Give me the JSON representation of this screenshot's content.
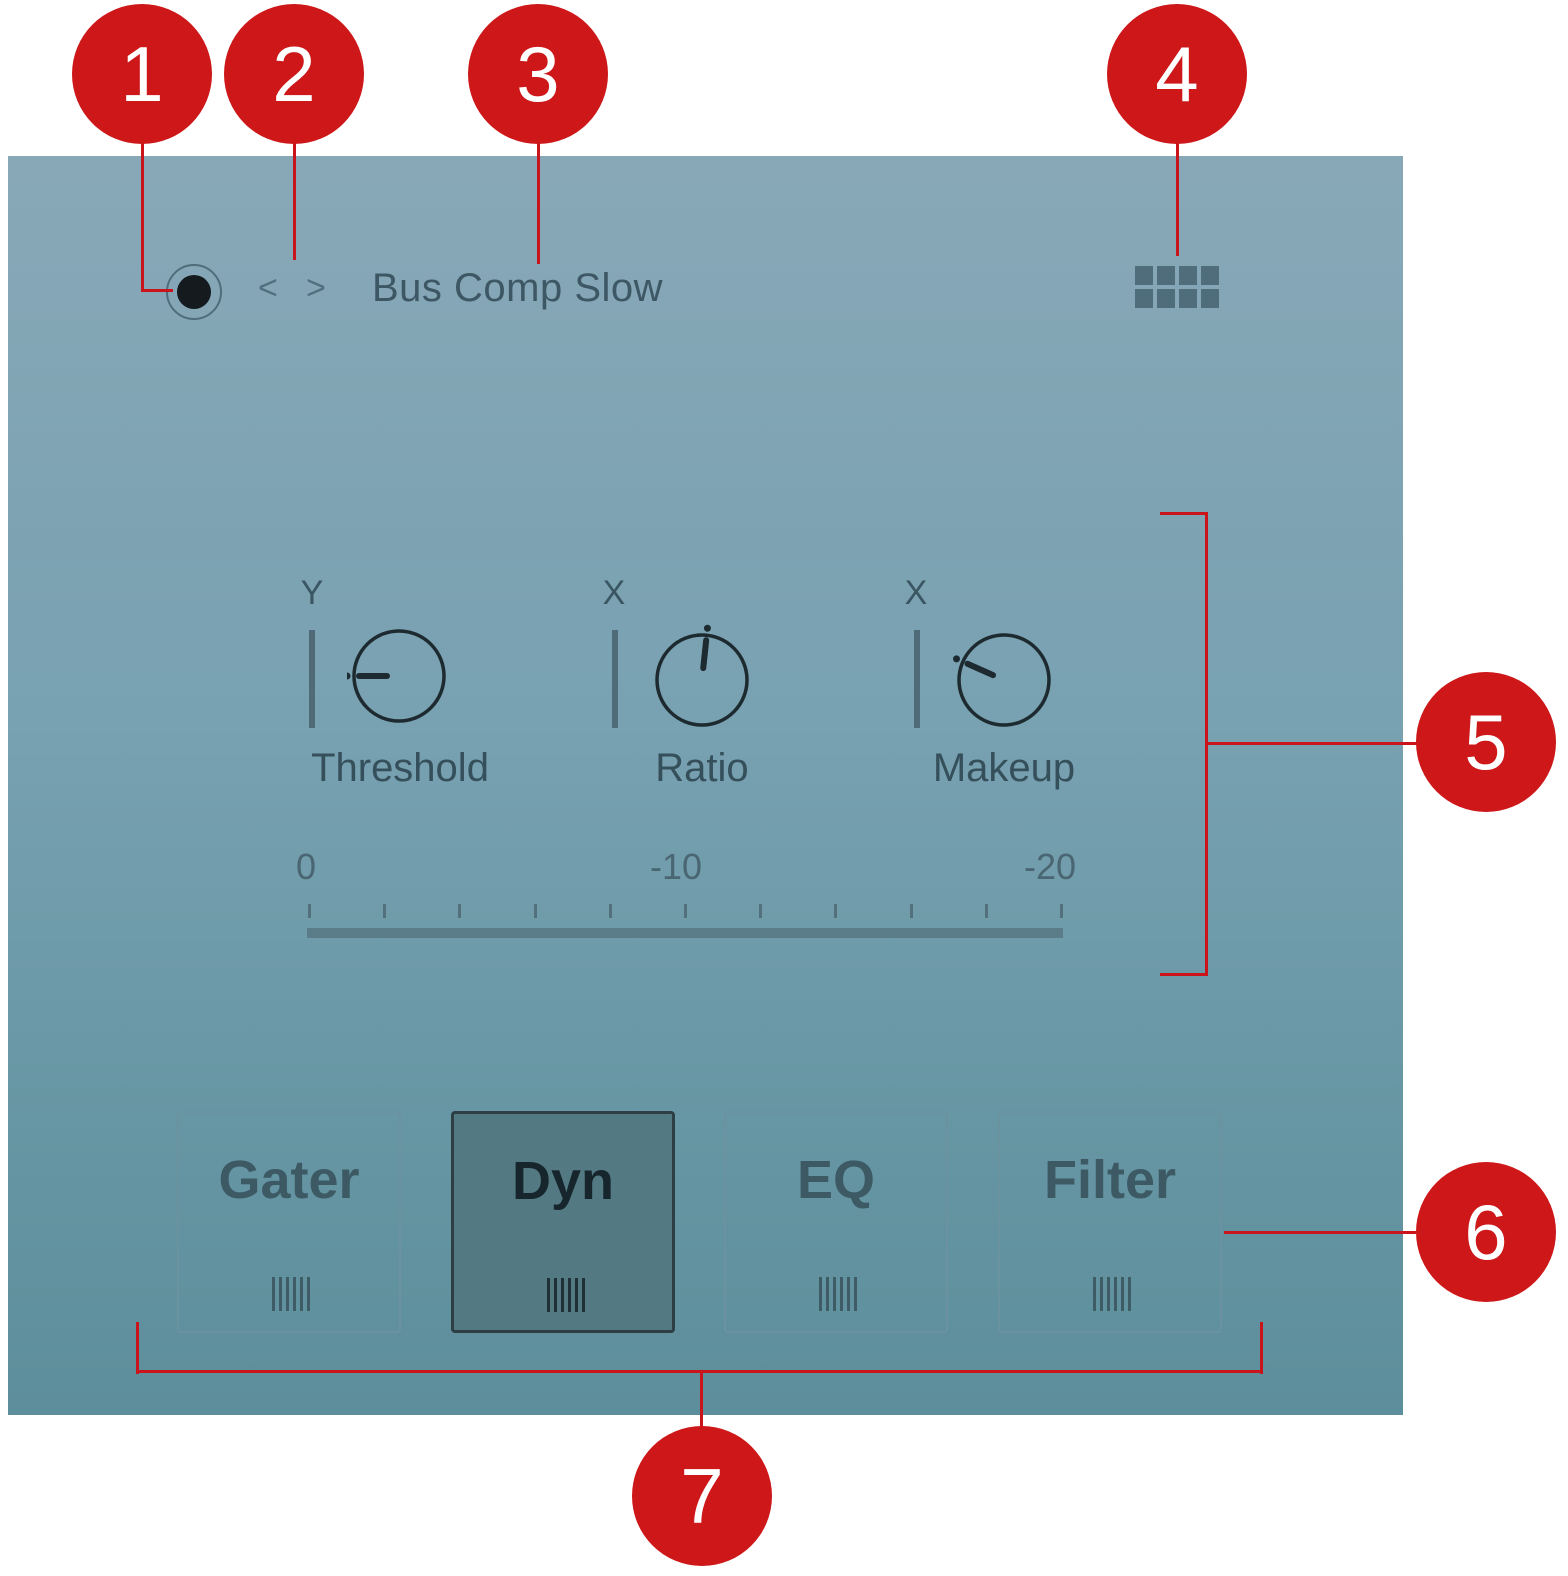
{
  "header": {
    "preset_name": "Bus Comp Slow",
    "prev_glyph": "<",
    "next_glyph": ">"
  },
  "knobs": [
    {
      "tag": "Y",
      "label": "Threshold",
      "value": 0.2
    },
    {
      "tag": "X",
      "label": "Ratio",
      "value": 0.52
    },
    {
      "tag": "X",
      "label": "Makeup",
      "value": 0.28
    }
  ],
  "meter": {
    "scale_labels": [
      "0",
      "-10",
      "-20"
    ]
  },
  "tabs": [
    {
      "label": "Gater",
      "active": false
    },
    {
      "label": "Dyn",
      "active": true
    },
    {
      "label": "EQ",
      "active": false
    },
    {
      "label": "Filter",
      "active": false
    }
  ],
  "callouts": [
    "1",
    "2",
    "3",
    "4",
    "5",
    "6",
    "7"
  ],
  "colors": {
    "panel_top": "#88a8b7",
    "panel_bottom": "#5d8e9b",
    "callout_red": "#cd1719",
    "active_tab": "#537a83"
  },
  "icons": {
    "power": "power-dot-icon",
    "prev": "chevron-left-icon",
    "next": "chevron-right-icon",
    "grid": "grid-view-icon",
    "grip": "grip-lines-icon"
  }
}
